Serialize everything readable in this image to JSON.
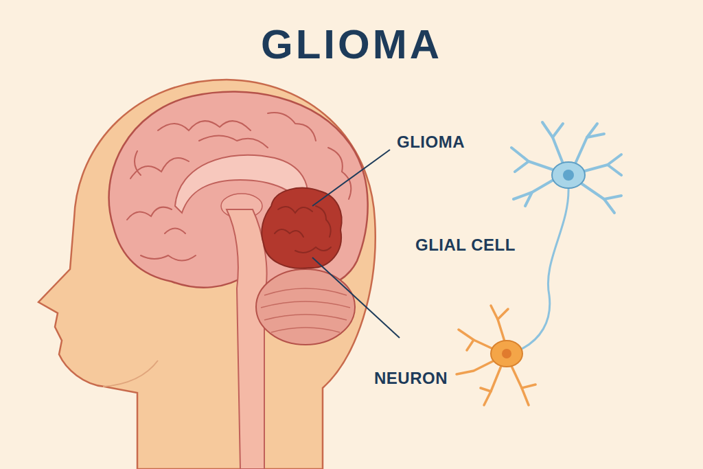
{
  "diagram": {
    "title": "GLIOMA",
    "labels": [
      "GLIOMA",
      "GLIAL CELL",
      "NEURON"
    ]
  }
}
